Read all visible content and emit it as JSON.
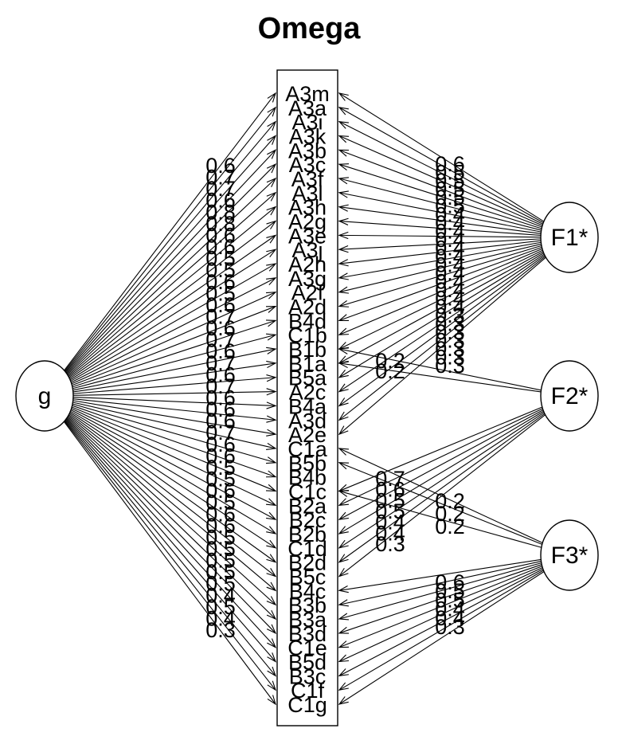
{
  "title": "Omega",
  "nodes": {
    "general": "g",
    "factors": [
      "F1*",
      "F2*",
      "F3*"
    ]
  },
  "items": [
    "A3m",
    "A3a",
    "A3i",
    "A3k",
    "A3b",
    "A3c",
    "A3f",
    "A3l",
    "A3h",
    "A2g",
    "A3e",
    "A3j",
    "A2h",
    "A3g",
    "A2f",
    "A2d",
    "B4d",
    "C1b",
    "B1b",
    "B1a",
    "B5a",
    "A2c",
    "B4a",
    "A3d",
    "A2e",
    "C1a",
    "B5b",
    "B4b",
    "C1c",
    "B2a",
    "B2c",
    "B2b",
    "C1d",
    "B2d",
    "B5c",
    "B4c",
    "B3b",
    "B3a",
    "B3d",
    "C1e",
    "B5d",
    "B3c",
    "C1f",
    "C1g"
  ],
  "g_loading_labels": [
    "0.6",
    "0.7",
    "0.7",
    "0.6",
    "0.8",
    "0.8",
    "0.6",
    "0.6",
    "0.5",
    "0.5",
    "0.6",
    "0.5",
    "0.6",
    "0.7",
    "0.6",
    "0.7",
    "0.6",
    "0.7",
    "0.6",
    "0.7",
    "0.6",
    "0.6",
    "0.6",
    "0.7",
    "0.6",
    "0.6",
    "0.5",
    "0.5",
    "0.6",
    "0.5",
    "0.6",
    "0.6",
    "0.5",
    "0.5",
    "0.5",
    "0.5",
    "0.5",
    "0.4",
    "0.5",
    "0.4",
    "0.3"
  ],
  "f1_loading_labels": [
    "0.6",
    "0.5",
    "0.5",
    "0.5",
    "0.5",
    "0.5",
    "0.4",
    "0.4",
    "0.4",
    "0.4",
    "0.4",
    "0.4",
    "0.4",
    "0.4",
    "0.4",
    "0.4",
    "0.4",
    "0.4",
    "0.3",
    "0.3",
    "0.3",
    "0.3",
    "0.3",
    "0.3",
    "0.3"
  ],
  "f2_loading_labels": [
    "0.2",
    "0.2"
  ],
  "f2_b_loading_labels": [
    "0.7",
    "0.6",
    "0.5",
    "0.5",
    "0.4",
    "0.4",
    "0.3"
  ],
  "f3_upper_loading_labels": [
    "0.2",
    "0.2",
    "0.2"
  ],
  "f3_lower_loading_labels": [
    "0.6",
    "0.5",
    "0.5",
    "0.4",
    "0.4",
    "0.3"
  ]
}
